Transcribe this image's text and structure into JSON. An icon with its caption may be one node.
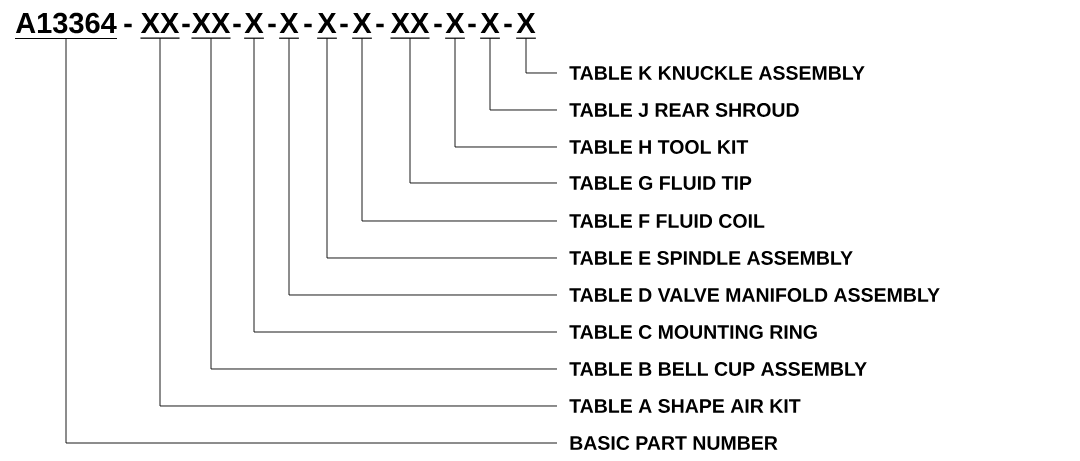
{
  "diagram": {
    "nodes": [
      {
        "text": [
          "A13364"
        ]
      },
      {
        "text": [
          "XX"
        ]
      },
      {
        "text": [
          "XX"
        ]
      },
      {
        "text": [
          "X"
        ]
      },
      {
        "text": [
          "X"
        ]
      },
      {
        "text": [
          "X"
        ]
      },
      {
        "text": [
          "X"
        ]
      },
      {
        "text": [
          "XX"
        ]
      },
      {
        "text": [
          "X"
        ]
      },
      {
        "text": [
          "X"
        ]
      },
      {
        "text": [
          "X"
        ]
      },
      {
        "text": [
          "TABLE K KNUCKLE ASSEMBLY"
        ]
      },
      {
        "text": [
          "TABLE J REAR SHROUD"
        ]
      },
      {
        "text": [
          "TABLE H TOOL KIT"
        ]
      },
      {
        "text": [
          "TABLE G FLUID TIP"
        ]
      },
      {
        "text": [
          "TABLE F FLUID COIL"
        ]
      },
      {
        "text": [
          "TABLE E SPINDLE ASSEMBLY"
        ]
      },
      {
        "text": [
          "TABLE D VALVE MANIFOLD ASSEMBLY"
        ]
      },
      {
        "text": [
          "TABLE C MOUNTING RING"
        ]
      },
      {
        "text": [
          "TABLE B BELL CUP ASSEMBLY"
        ]
      },
      {
        "text": [
          "TABLE A SHAPE AIR KIT"
        ]
      },
      {
        "text": [
          "BASIC PART NUMBER"
        ]
      }
    ],
    "edges": [
      {
        "from": 0,
        "to": 21,
        "arrow": "none"
      },
      {
        "from": 1,
        "to": 20,
        "arrow": "none"
      },
      {
        "from": 2,
        "to": 19,
        "arrow": "none"
      },
      {
        "from": 3,
        "to": 18,
        "arrow": "none"
      },
      {
        "from": 4,
        "to": 17,
        "arrow": "none"
      },
      {
        "from": 5,
        "to": 16,
        "arrow": "none"
      },
      {
        "from": 6,
        "to": 15,
        "arrow": "none"
      },
      {
        "from": 7,
        "to": 14,
        "arrow": "none"
      },
      {
        "from": 8,
        "to": 13,
        "arrow": "none"
      },
      {
        "from": 9,
        "to": 12,
        "arrow": "none"
      },
      {
        "from": 10,
        "to": 11,
        "arrow": "none"
      }
    ],
    "labels": [
      "-",
      "-",
      "-",
      "-",
      "-",
      "-",
      "-",
      "-",
      "-",
      "-"
    ]
  }
}
